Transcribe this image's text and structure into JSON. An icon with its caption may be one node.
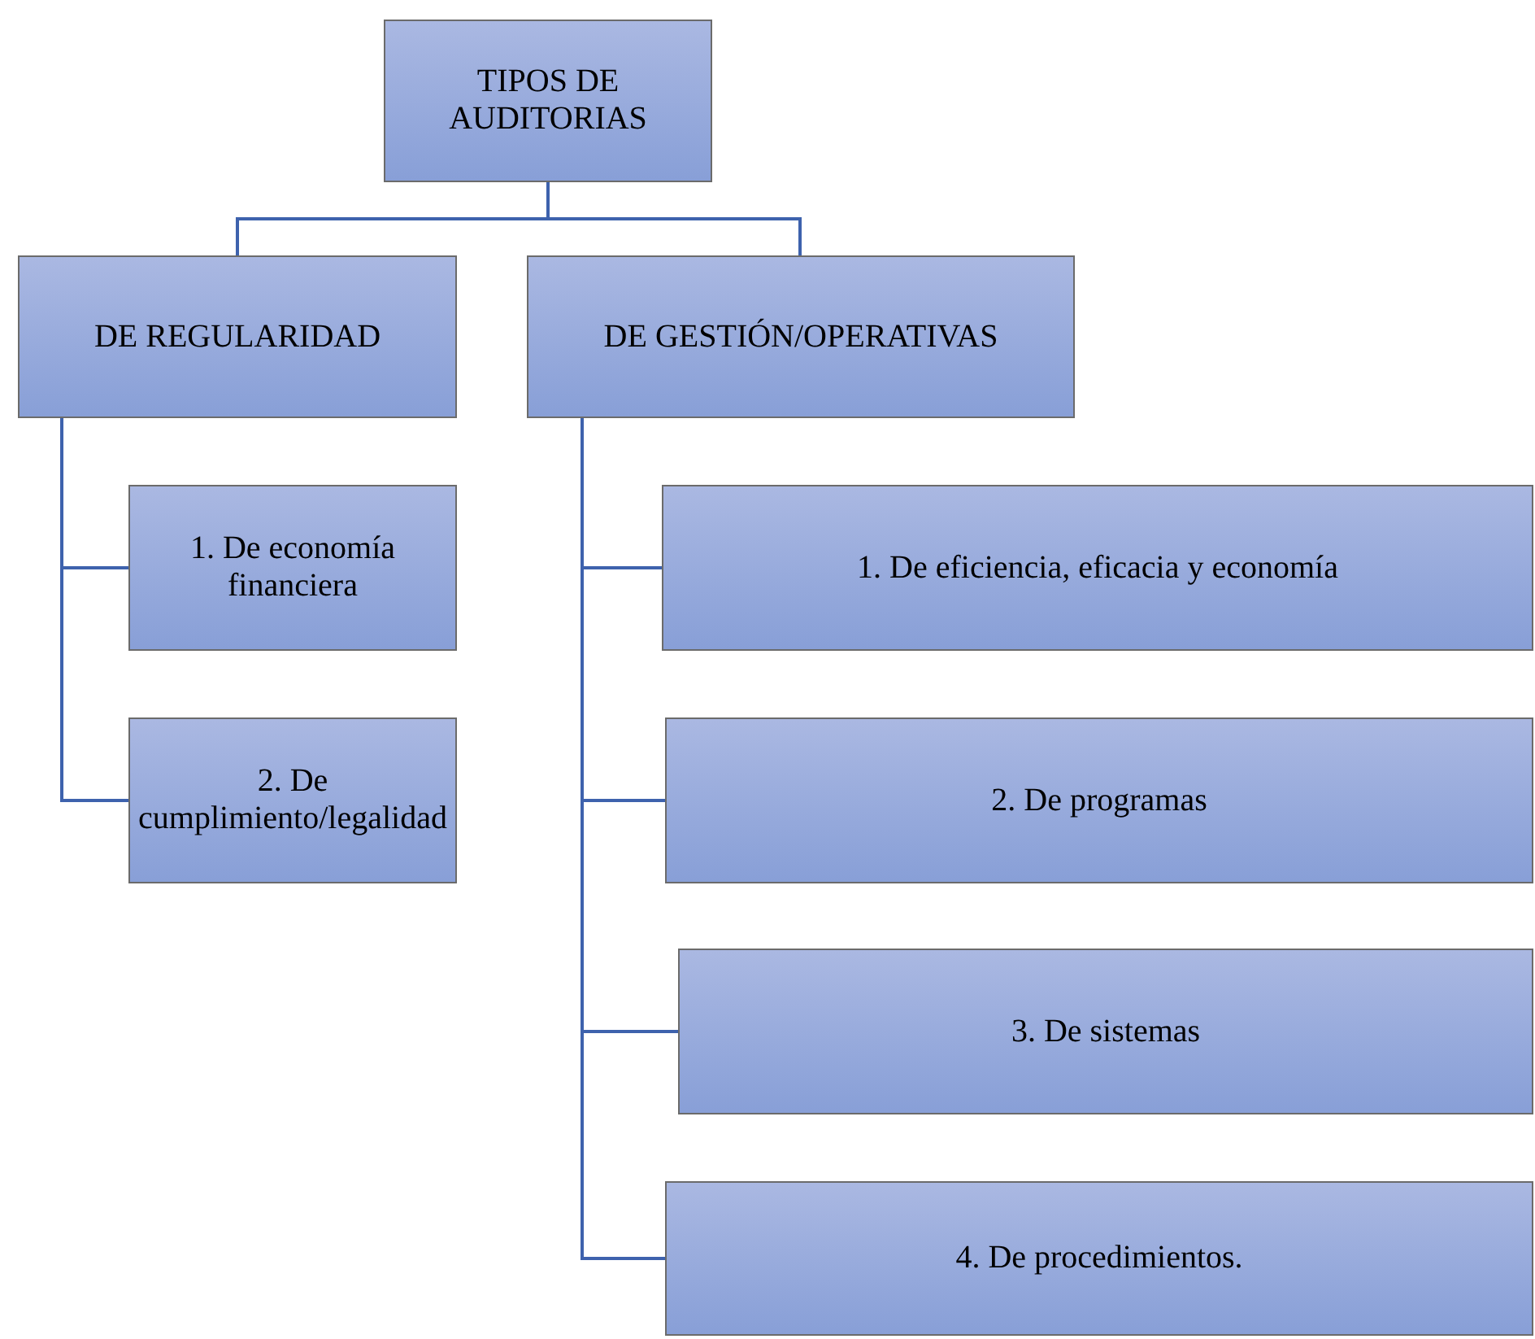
{
  "diagram": {
    "nodes": [
      {
        "text": [
          "TIPOS DE AUDITORIAS"
        ]
      },
      {
        "text": [
          "DE REGULARIDAD"
        ]
      },
      {
        "text": [
          "DE GESTIÓN/OPERATIVAS"
        ]
      },
      {
        "text": [
          "1. De economía financiera"
        ]
      },
      {
        "text": [
          "2. De cumplimiento/legalidad"
        ]
      },
      {
        "text": [
          "1. De eficiencia, eficacia y economía"
        ]
      },
      {
        "text": [
          "2. De programas"
        ]
      },
      {
        "text": [
          "3. De sistemas"
        ]
      },
      {
        "text": [
          "4. De procedimientos."
        ]
      }
    ],
    "edges": [
      {
        "from": 0,
        "to": 1,
        "arrow": "none"
      },
      {
        "from": 0,
        "to": 2,
        "arrow": "none"
      },
      {
        "from": 1,
        "to": 3,
        "arrow": "none"
      },
      {
        "from": 1,
        "to": 4,
        "arrow": "none"
      },
      {
        "from": 2,
        "to": 5,
        "arrow": "none"
      },
      {
        "from": 2,
        "to": 6,
        "arrow": "none"
      },
      {
        "from": 2,
        "to": 7,
        "arrow": "none"
      },
      {
        "from": 2,
        "to": 8,
        "arrow": "none"
      }
    ]
  }
}
